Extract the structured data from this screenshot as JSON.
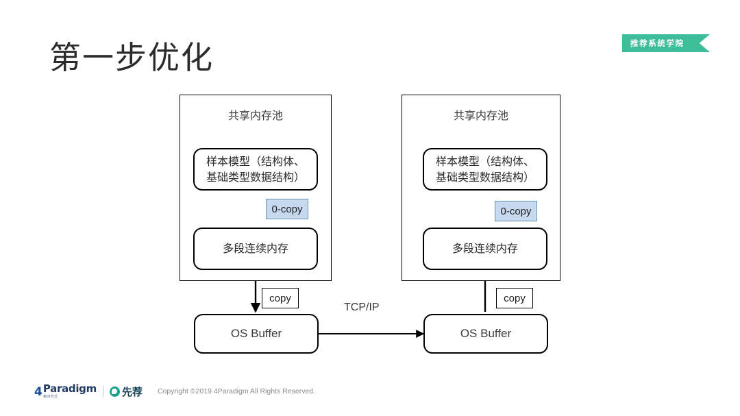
{
  "slide": {
    "title": "第一步优化",
    "badge": "推荐系统学院",
    "badge_color": "#3dbd9a"
  },
  "diagram": {
    "left_pool": {
      "title": "共享内存池",
      "sample_model": "样本模型（结构体、\n基础类型数据结构）",
      "sample_model_line1": "样本模型（结构体、",
      "sample_model_line2": "基础类型数据结构）",
      "contiguous_memory": "多段连续内存",
      "zero_copy_tag": "0-copy",
      "copy_tag": "copy",
      "os_buffer": "OS Buffer"
    },
    "right_pool": {
      "title": "共享内存池",
      "sample_model_line1": "样本模型（结构体、",
      "sample_model_line2": "基础类型数据结构）",
      "contiguous_memory": "多段连续内存",
      "zero_copy_tag": "0-copy",
      "copy_tag": "copy",
      "os_buffer": "OS Buffer"
    },
    "network_label": "TCP/IP",
    "zero_copy_fill": "#c6d9ee",
    "zero_copy_border": "#6b8fb5",
    "stroke": "#000000"
  },
  "footer": {
    "logo_4_glyph": "4",
    "logo_paradigm": "Paradigm",
    "logo_paradigm_sub": "第四范式",
    "logo_xianjian": "先荐",
    "copyright": "Copyright ©2019 4Paradigm All Rights Reserved."
  }
}
